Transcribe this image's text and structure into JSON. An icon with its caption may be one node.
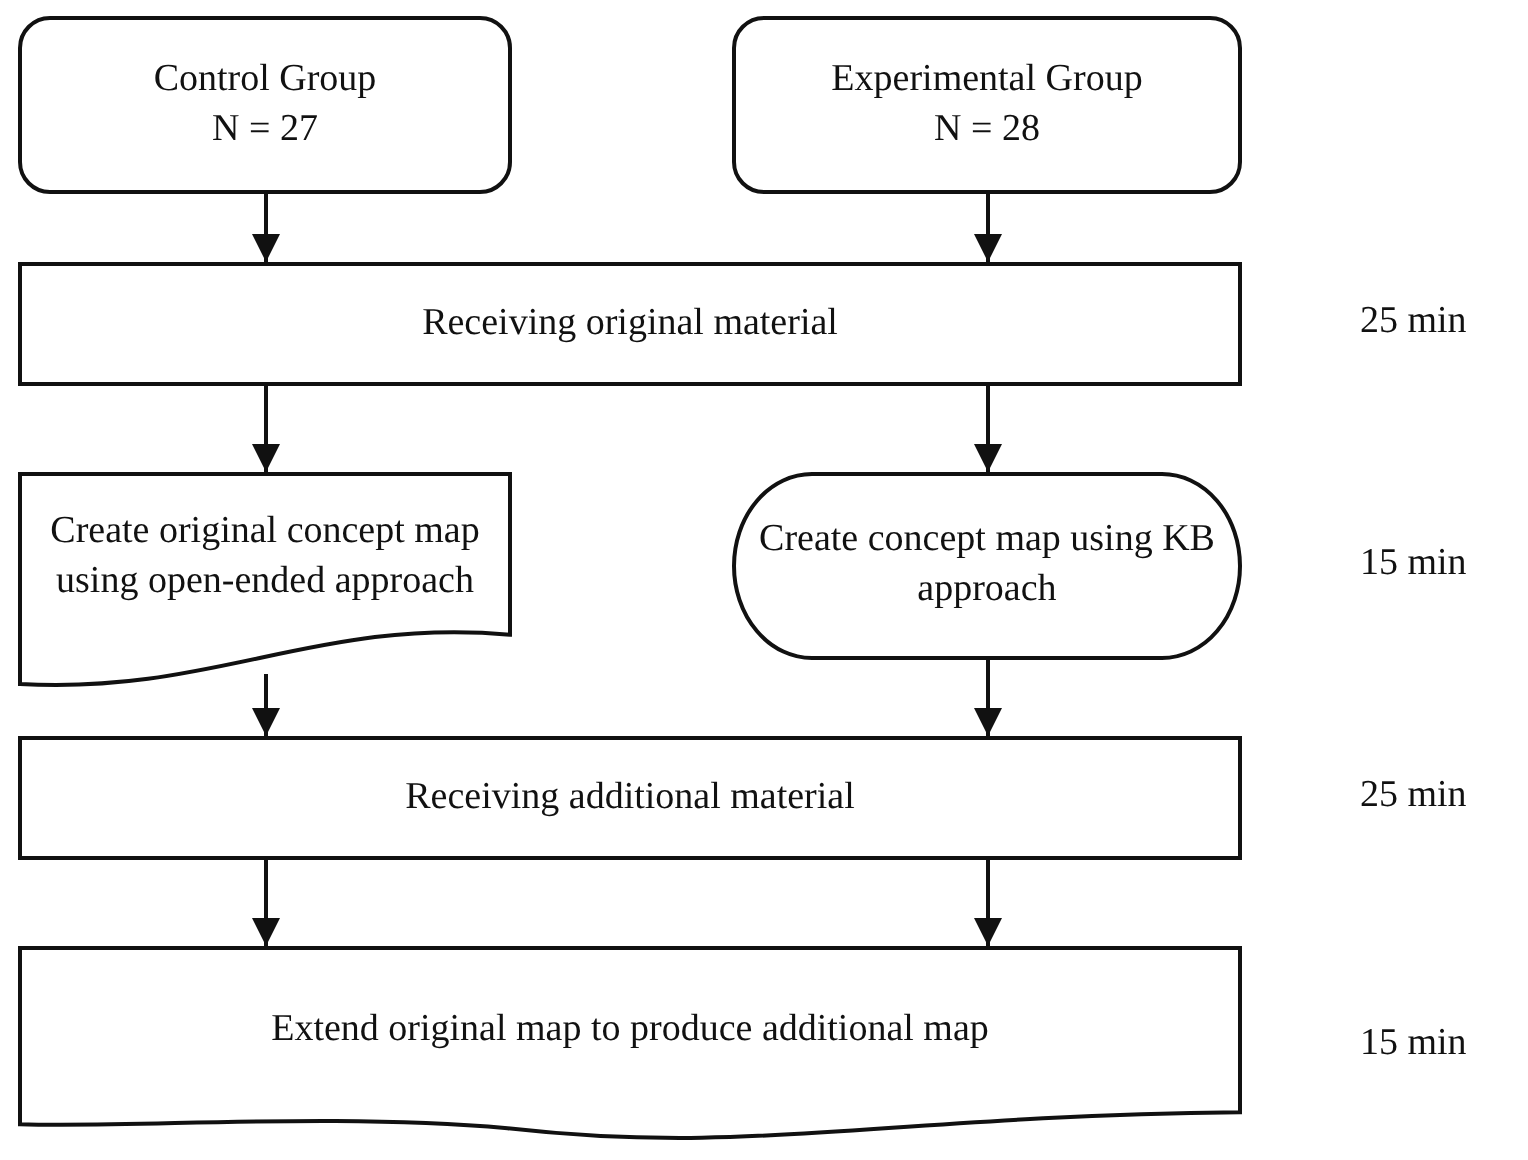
{
  "diagram": {
    "nodes": [
      {
        "text": [
          "Control Group",
          "N = 27"
        ]
      },
      {
        "text": [
          "Experimental Group",
          "N = 28"
        ]
      },
      {
        "text": [
          "Receiving original material"
        ],
        "beside": [
          "25 min"
        ]
      },
      {
        "text": [
          "Create original concept map using open-ended approach"
        ]
      },
      {
        "text": [
          "Create concept map using KB approach"
        ],
        "beside": [
          "15 min"
        ]
      },
      {
        "text": [
          "Receiving additional material"
        ],
        "beside": [
          "25 min"
        ]
      },
      {
        "text": [
          "Extend original map to produce additional map"
        ],
        "beside": [
          "15 min"
        ]
      }
    ],
    "edges": [
      {
        "from": 0,
        "to": 2,
        "arrow": "to"
      },
      {
        "from": 1,
        "to": 2,
        "arrow": "to"
      },
      {
        "from": 2,
        "to": 3,
        "arrow": "to"
      },
      {
        "from": 2,
        "to": 4,
        "arrow": "to"
      },
      {
        "from": 3,
        "to": 5,
        "arrow": "to"
      },
      {
        "from": 4,
        "to": 5,
        "arrow": "to"
      },
      {
        "from": 5,
        "to": 6,
        "arrow": "to"
      },
      {
        "from": 5,
        "to": 6,
        "arrow": "to"
      }
    ]
  }
}
